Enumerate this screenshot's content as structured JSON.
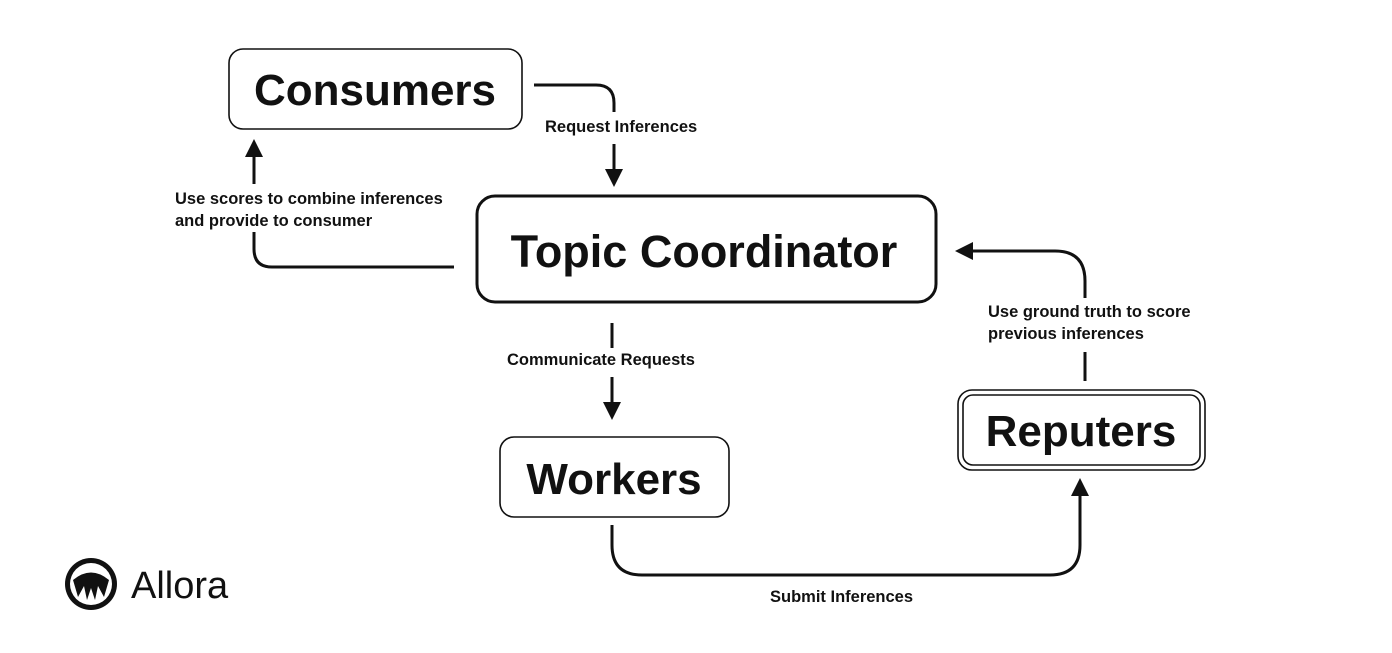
{
  "nodes": {
    "consumers": "Consumers",
    "topic_coordinator": "Topic Coordinator",
    "workers": "Workers",
    "reputers": "Reputers"
  },
  "edges": {
    "request_inferences": "Request Inferences",
    "use_scores_line1": "Use scores to combine inferences",
    "use_scores_line2": "and provide to consumer",
    "communicate_requests": "Communicate Requests",
    "submit_inferences": "Submit Inferences",
    "ground_truth_line1": "Use ground truth to score",
    "ground_truth_line2": "previous inferences"
  },
  "brand": {
    "name": "Allora",
    "icon": "allora-logo-icon"
  }
}
